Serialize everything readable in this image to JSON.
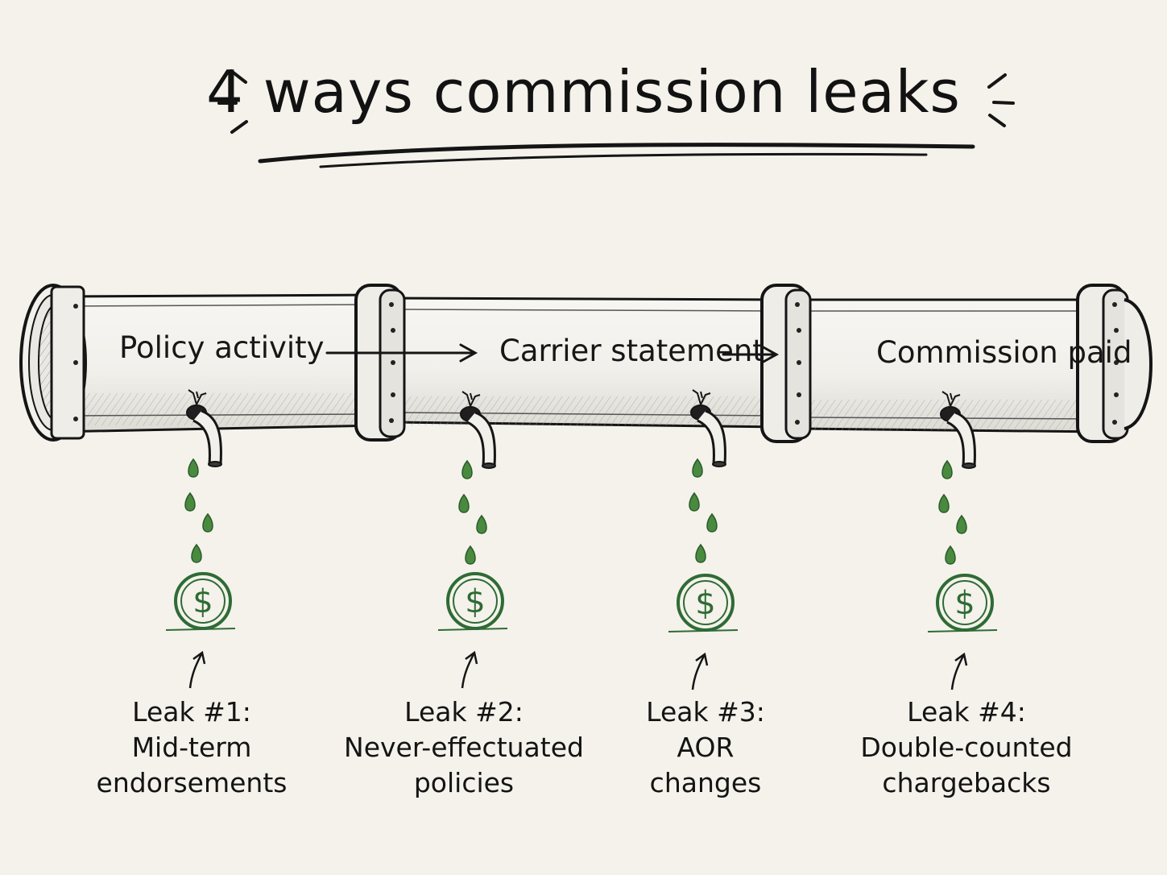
{
  "title": "4 ways commission leaks",
  "stages": [
    {
      "label": "Policy activity"
    },
    {
      "label": "Carrier statement"
    },
    {
      "label": "Commission paid"
    }
  ],
  "coin_symbol": "$",
  "leaks": [
    {
      "number": "Leak #1:",
      "line1": "Mid-term",
      "line2": "endorsements"
    },
    {
      "number": "Leak #2:",
      "line1": "Never-effectuated",
      "line2": "policies"
    },
    {
      "number": "Leak #3:",
      "line1": "AOR",
      "line2": "changes"
    },
    {
      "number": "Leak #4:",
      "line1": "Double-counted",
      "line2": "chargebacks"
    }
  ],
  "colors": {
    "ink": "#151515",
    "money_green": "#2f6b35",
    "drop_green": "#4a8a3e",
    "background": "#f4f2eb"
  }
}
